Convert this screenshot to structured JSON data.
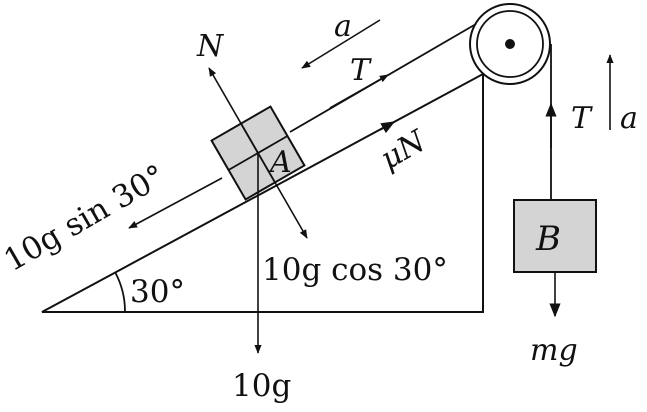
{
  "labels": {
    "a_incline": "a",
    "T_incline": "T",
    "N": "N",
    "A": "A",
    "muN": "μN",
    "weight_parallel": "10g sin 30°",
    "weight_perp": "10g cos 30°",
    "angle": "30°",
    "weight_A": "10g",
    "T_hanging": "T",
    "a_hanging": "a",
    "B": "B",
    "weight_B": "mg"
  }
}
